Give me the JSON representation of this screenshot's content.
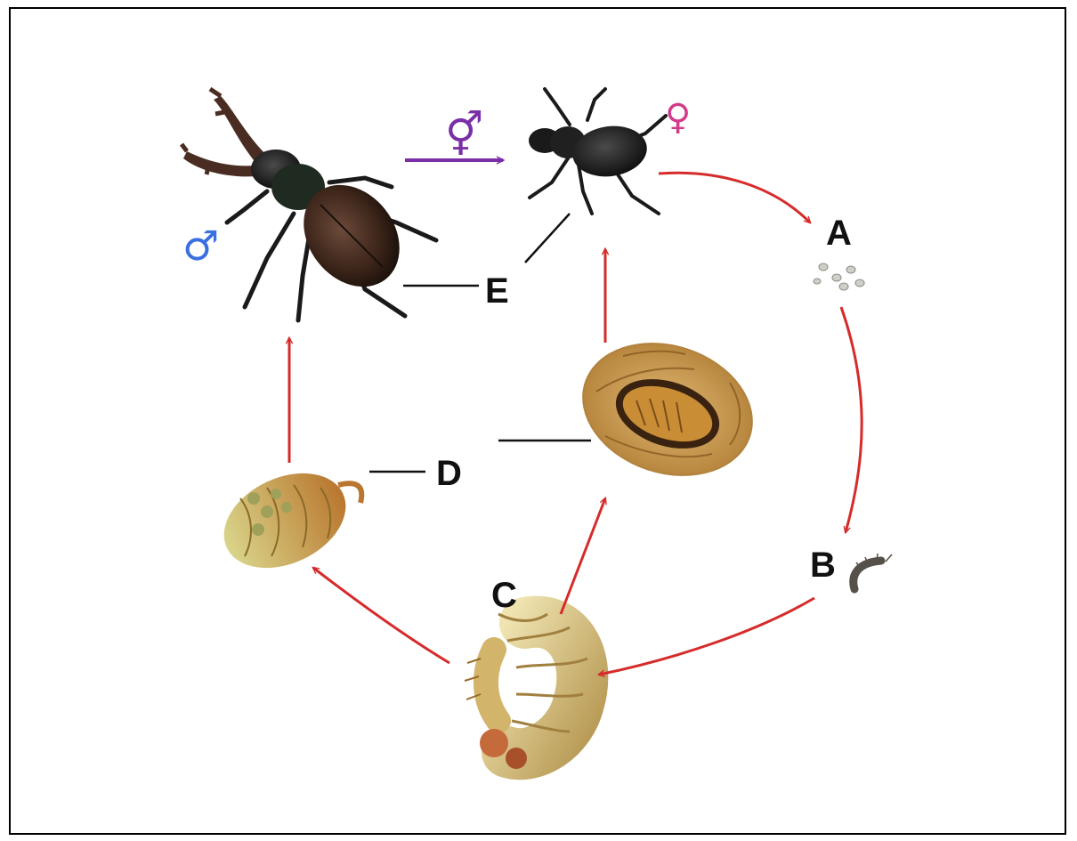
{
  "labels": {
    "a": "A",
    "b": "B",
    "c": "C",
    "d": "D",
    "e": "E"
  },
  "symbols": {
    "male": "♂",
    "female": "♀",
    "mating": "⚥"
  },
  "colors": {
    "cycle_arrow": "#d62b2b",
    "mating_arrow": "#7b2fa7",
    "male_symbol": "#3a6fe0",
    "female_symbol": "#d23a8a",
    "leader_line": "#111111"
  },
  "illustrations": {
    "male_beetle": "stag-beetle-male",
    "female_beetle": "stag-beetle-female",
    "eggs": "eggs",
    "small_larva": "young-larva",
    "large_larva": "grub-larva",
    "pupa": "pupa",
    "pupal_cell": "pupa-in-cocoon"
  }
}
